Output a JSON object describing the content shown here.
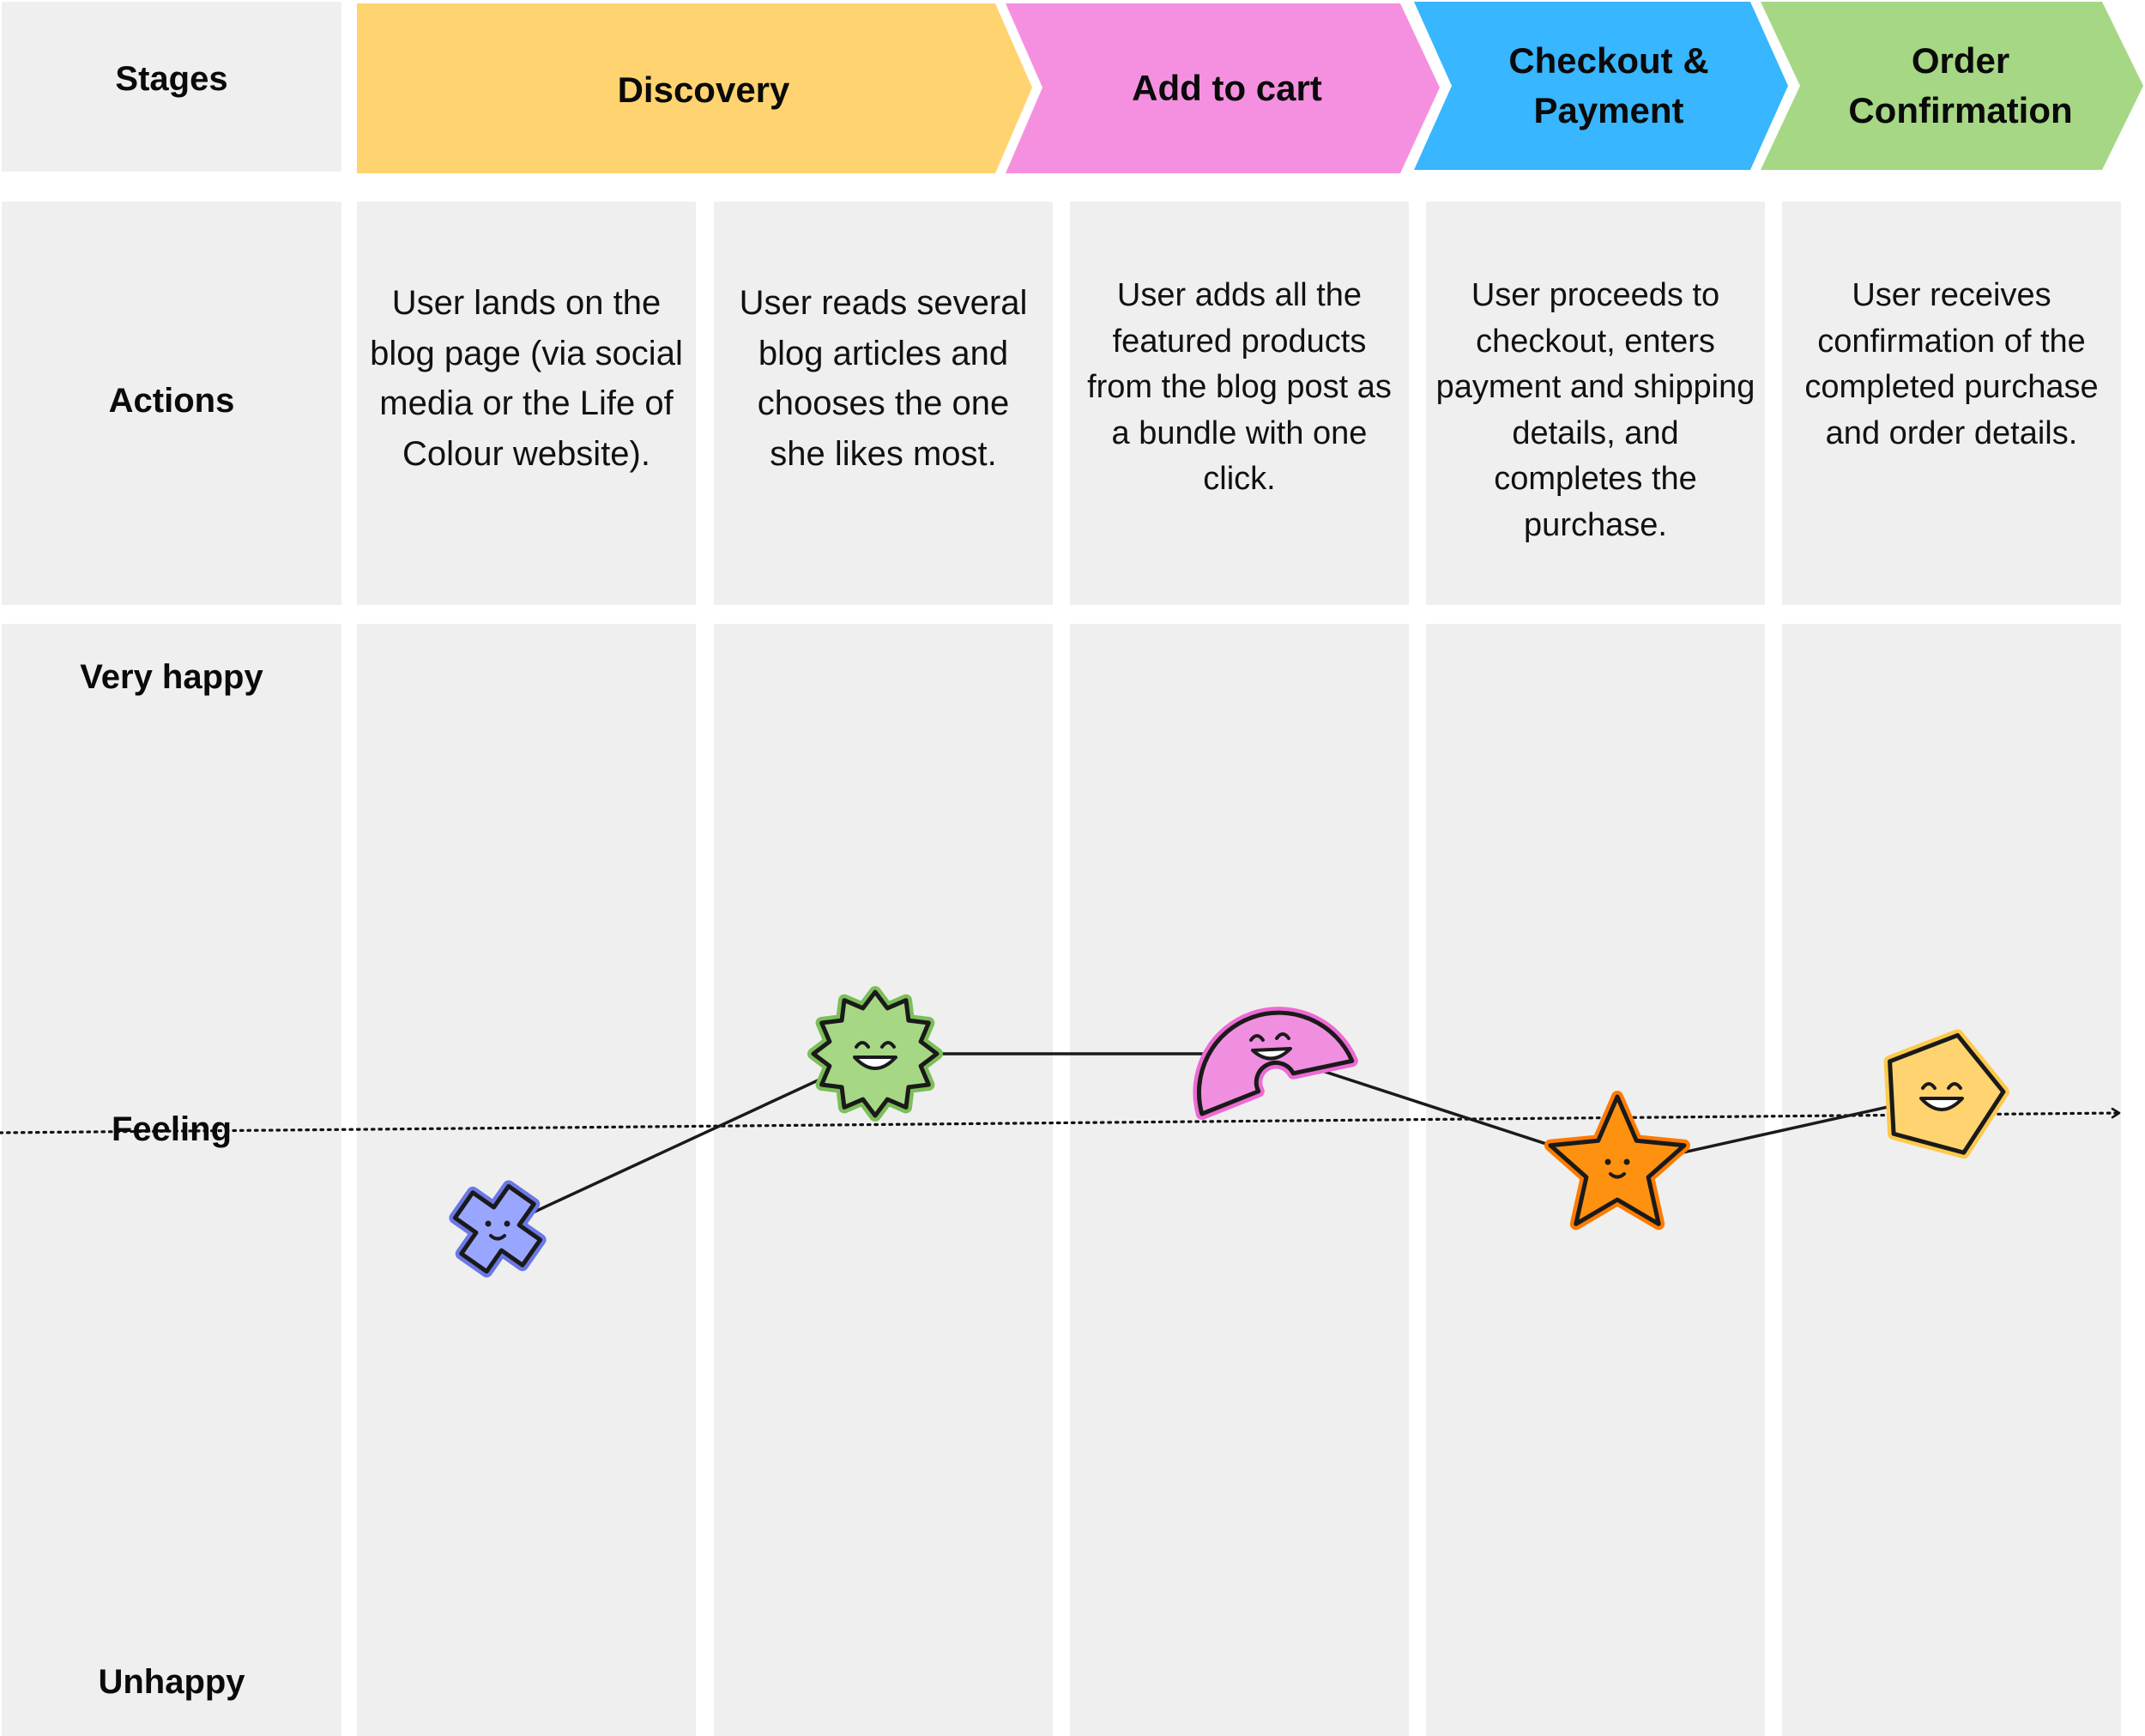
{
  "row_labels": {
    "stages": "Stages",
    "actions": "Actions",
    "very_happy": "Very happy",
    "feeling": "Feeling",
    "unhappy": "Unhappy"
  },
  "stages": [
    {
      "label": "Discovery",
      "color": "#ffd470"
    },
    {
      "label": "Add to cart",
      "color": "#f590e0"
    },
    {
      "label": "Checkout & Payment",
      "color": "#38b6ff"
    },
    {
      "label": "Order Confirmation",
      "color": "#a6d785"
    }
  ],
  "actions": [
    "User lands on the blog page (via social media or the Life of Colour website).",
    "User reads several blog articles and chooses the one she likes most.",
    "User adds all the featured products from the blog post as a bundle with one click.",
    "User proceeds to checkout, enters payment and shipping details, and completes the purchase.",
    "User receives confirmation of the completed purchase and order details."
  ],
  "feeling_icons": [
    {
      "icon": "blue-cross-smiley-icon",
      "fill": "#99a6ff",
      "stroke": "#6b78e6",
      "level": 0.44
    },
    {
      "icon": "green-sun-smiley-icon",
      "fill": "#a6d785",
      "stroke": "#7cbf58",
      "level": 0.61
    },
    {
      "icon": "pink-rainbow-smiley-icon",
      "fill": "#f08fe0",
      "stroke": "#ee6ad4",
      "level": 0.61
    },
    {
      "icon": "orange-star-smiley-icon",
      "fill": "#ff9110",
      "stroke": "#ff7b00",
      "level": 0.5
    },
    {
      "icon": "yellow-pentagon-smiley-icon",
      "fill": "#ffd470",
      "stroke": "#ffc94a",
      "level": 0.57
    }
  ],
  "colors": {
    "cell_background": "#efefef",
    "line": "#1a1a1a"
  }
}
